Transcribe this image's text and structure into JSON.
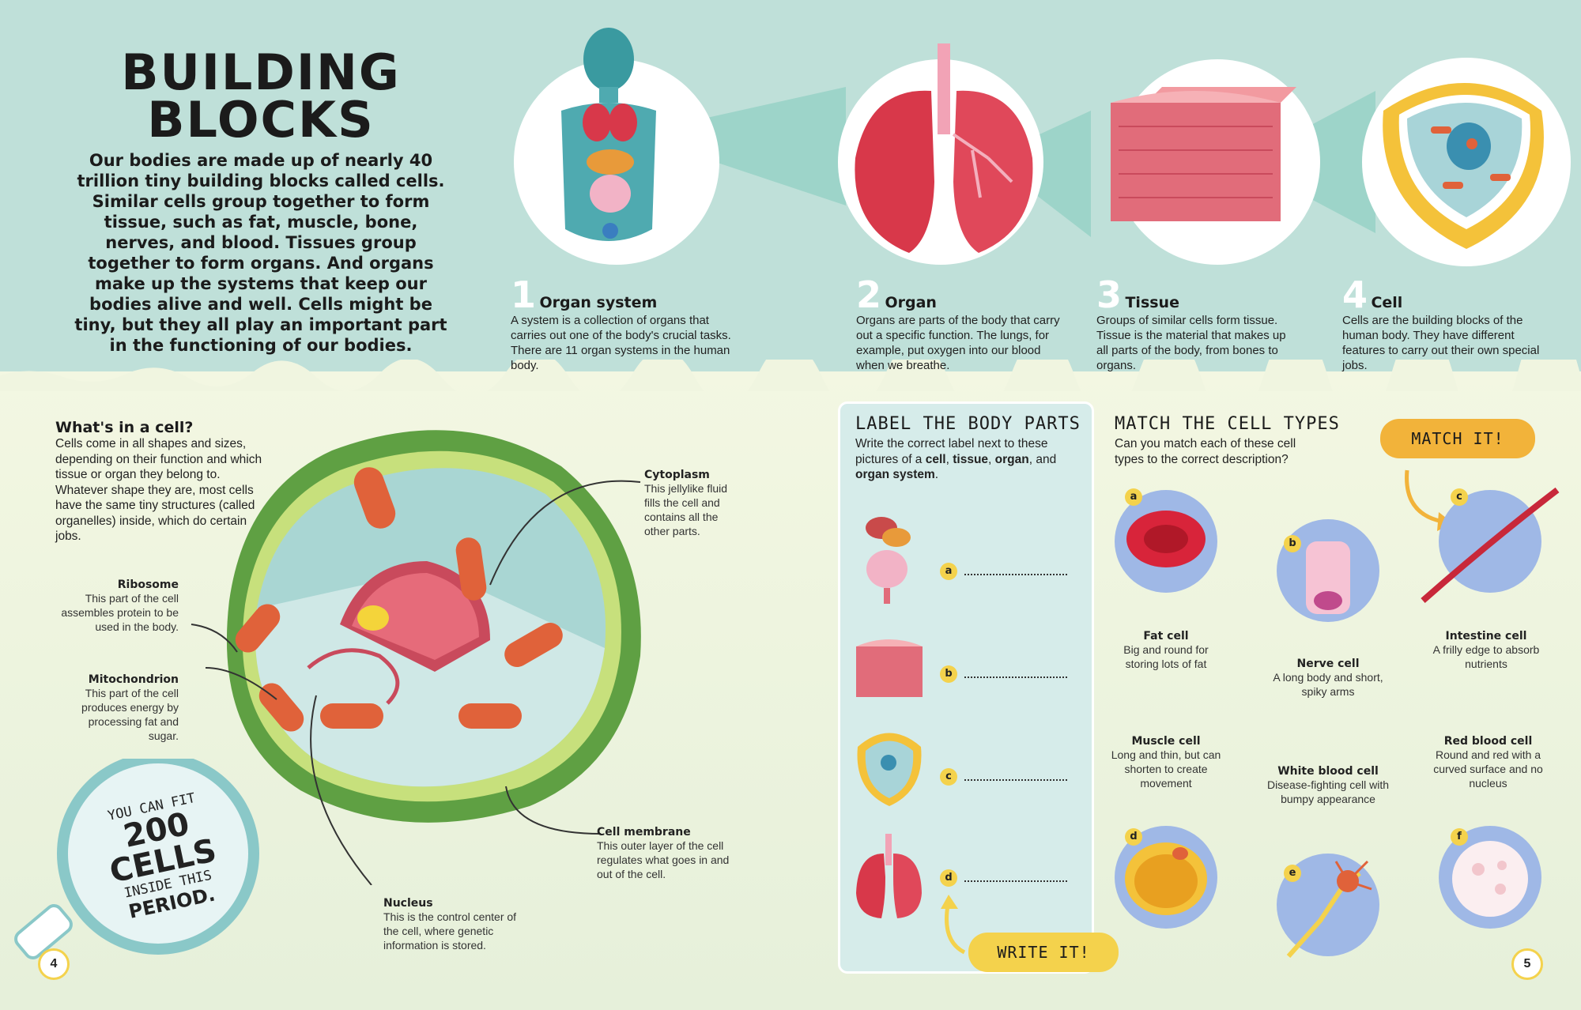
{
  "title": {
    "line1": "BUILDING",
    "line2": "BLOCKS"
  },
  "intro": "Our bodies are made up of nearly 40 trillion tiny building blocks called cells. Similar cells group together to form tissue, such as fat, muscle, bone, nerves, and blood. Tissues group together to form organs. And organs make up the systems that keep our bodies alive and well. Cells might be tiny, but they all play an important part in the functioning of our bodies.",
  "stages": [
    {
      "num": "1",
      "title": "Organ system",
      "text": "A system is a collection of organs that carries out one of the body's crucial tasks. There are 11 organ systems in the human body."
    },
    {
      "num": "2",
      "title": "Organ",
      "text": "Organs are parts of the body that carry out a specific function. The lungs, for example, put oxygen into our blood when we breathe."
    },
    {
      "num": "3",
      "title": "Tissue",
      "text": "Groups of similar cells form tissue. Tissue is the material that makes up all parts of the body, from bones to organs."
    },
    {
      "num": "4",
      "title": "Cell",
      "text": "Cells are the building blocks of the human body. They have different features to carry out their own special jobs."
    }
  ],
  "whats_in_cell": {
    "heading": "What's in a cell?",
    "text": "Cells come in all shapes and sizes, depending on their function and which tissue or organ they belong to. Whatever shape they are, most cells have the same tiny structures (called organelles) inside, which do certain jobs."
  },
  "cell_labels": {
    "ribosome": {
      "title": "Ribosome",
      "text": "This part of the cell assembles protein to be used in the body."
    },
    "mitochondrion": {
      "title": "Mitochondrion",
      "text": "This part of the cell produces energy by processing fat and sugar."
    },
    "cytoplasm": {
      "title": "Cytoplasm",
      "text": "This jellylike fluid fills the cell and contains all the other parts."
    },
    "membrane": {
      "title": "Cell membrane",
      "text": "This outer layer of the cell regulates what goes in and out of the cell."
    },
    "nucleus": {
      "title": "Nucleus",
      "text": "This is the control center of the cell, where genetic information is stored."
    }
  },
  "magnifier": {
    "line1": "YOU CAN FIT",
    "line2": "200",
    "line3": "CELLS",
    "line4": "INSIDE THIS",
    "line5": "PERIOD."
  },
  "page_numbers": {
    "left": "4",
    "right": "5"
  },
  "label_activity": {
    "heading": "LABEL THE BODY PARTS",
    "text_1": "Write the correct label next to these pictures of a ",
    "bold_1": "cell",
    "sep_1": ", ",
    "bold_2": "tissue",
    "sep_2": ", ",
    "bold_3": "organ",
    "sep_3": ", and ",
    "bold_4": "organ system",
    "end": ".",
    "items": [
      "a",
      "b",
      "c",
      "d"
    ],
    "write_it": "WRITE IT!"
  },
  "match_activity": {
    "heading": "MATCH THE CELL TYPES",
    "text": "Can you match each of these cell types to the correct description?",
    "match_it": "MATCH IT!",
    "letters": [
      "a",
      "b",
      "c",
      "d",
      "e",
      "f"
    ],
    "descriptions": [
      {
        "title": "Fat cell",
        "text": "Big and round for storing lots of fat"
      },
      {
        "title": "Nerve cell",
        "text": "A long body and short, spiky arms"
      },
      {
        "title": "Intestine cell",
        "text": "A frilly edge to absorb nutrients"
      },
      {
        "title": "Muscle cell",
        "text": "Long and thin, but can shorten to create movement"
      },
      {
        "title": "White blood cell",
        "text": "Disease-fighting cell with bumpy appearance"
      },
      {
        "title": "Red blood cell",
        "text": "Round and red with a curved surface and no nucleus"
      }
    ]
  },
  "colors": {
    "top_band": "#bfe0d9",
    "bottom_band": "#eef3dd",
    "badge_yellow": "#f4d24c",
    "cell_green": "#5fa043",
    "mito_orange": "#e0623a",
    "organ_red": "#d8384a",
    "match_blue": "#9fb8e6"
  },
  "icons": [
    "organ-system-figure",
    "lungs",
    "tissue-block",
    "cell-cutaway",
    "magnifier",
    "pencil-arrow"
  ]
}
